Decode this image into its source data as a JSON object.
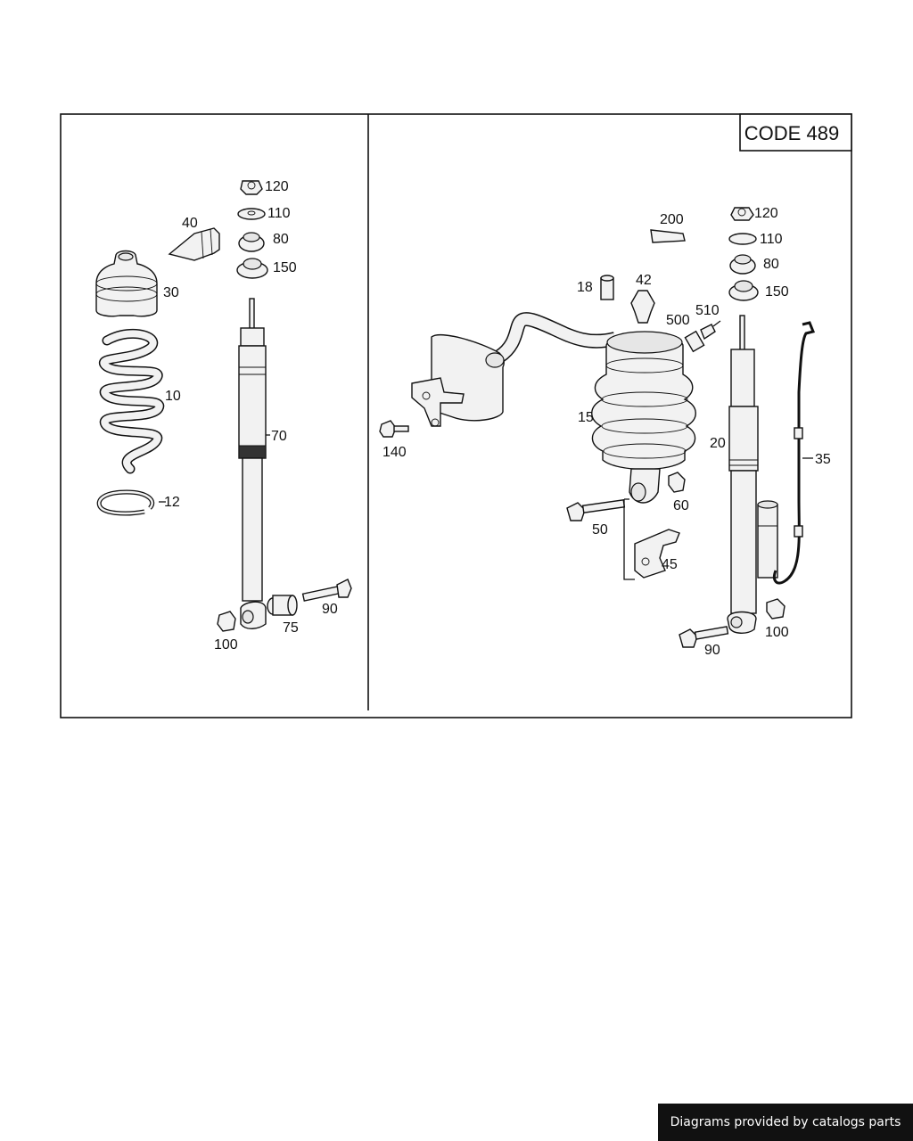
{
  "diagram": {
    "code_label": "CODE 489",
    "left_panel": {
      "callouts": [
        "120",
        "110",
        "40",
        "80",
        "150",
        "30",
        "10",
        "70",
        "12",
        "90",
        "75",
        "100"
      ]
    },
    "right_panel": {
      "callouts": [
        "200",
        "120",
        "110",
        "80",
        "150",
        "18",
        "42",
        "500",
        "510",
        "15",
        "140",
        "20",
        "35",
        "60",
        "50",
        "45",
        "90",
        "100"
      ]
    }
  },
  "footer": {
    "text": "Diagrams provided by catalogs parts"
  }
}
